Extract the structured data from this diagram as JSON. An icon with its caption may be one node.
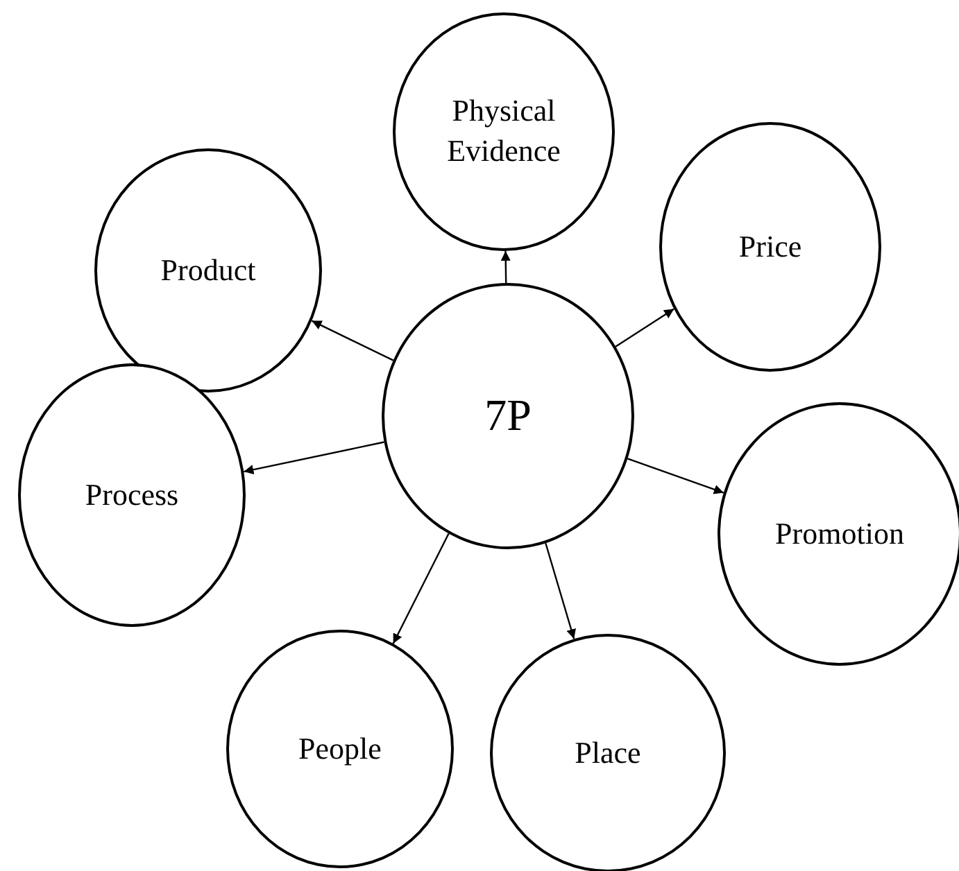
{
  "diagram": {
    "nodes": [
      {
        "text": [
          "Physical Evidence"
        ]
      },
      {
        "text": [
          "Product"
        ]
      },
      {
        "text": [
          "Price"
        ]
      },
      {
        "text": [
          "7P"
        ]
      },
      {
        "text": [
          "Process"
        ]
      },
      {
        "text": [
          "Promotion"
        ]
      },
      {
        "text": [
          "People"
        ]
      },
      {
        "text": [
          "Place"
        ]
      }
    ],
    "edges": [
      {
        "from": 3,
        "to": 0,
        "arrow": "to"
      },
      {
        "from": 3,
        "to": 1,
        "arrow": "to"
      },
      {
        "from": 3,
        "to": 2,
        "arrow": "to"
      },
      {
        "from": 3,
        "to": 4,
        "arrow": "to"
      },
      {
        "from": 3,
        "to": 5,
        "arrow": "to"
      },
      {
        "from": 3,
        "to": 6,
        "arrow": "to"
      },
      {
        "from": 3,
        "to": 7,
        "arrow": "to"
      }
    ]
  }
}
